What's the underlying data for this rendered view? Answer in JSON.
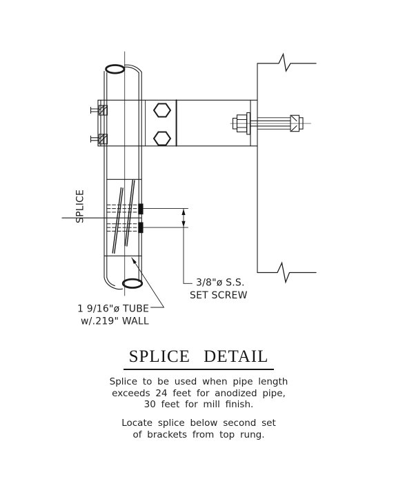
{
  "title": {
    "text": "SPLICE DETAIL"
  },
  "labels": {
    "splice": "SPLICE",
    "set_screw": {
      "line1": "3/8\"ø S.S.",
      "line2": "SET SCREW"
    },
    "tube": {
      "line1": "1 9/16\"ø TUBE",
      "line2": "w/.219\" WALL"
    }
  },
  "notes": {
    "usage": [
      "Splice to be used when pipe length",
      "exceeds 24 feet for anodized pipe,",
      "30 feet for mill finish."
    ],
    "location": [
      "Locate splice below second set",
      "of brackets from top rung."
    ]
  },
  "colors": {
    "ink": "#1c1c1c",
    "background": "#ffffff"
  }
}
